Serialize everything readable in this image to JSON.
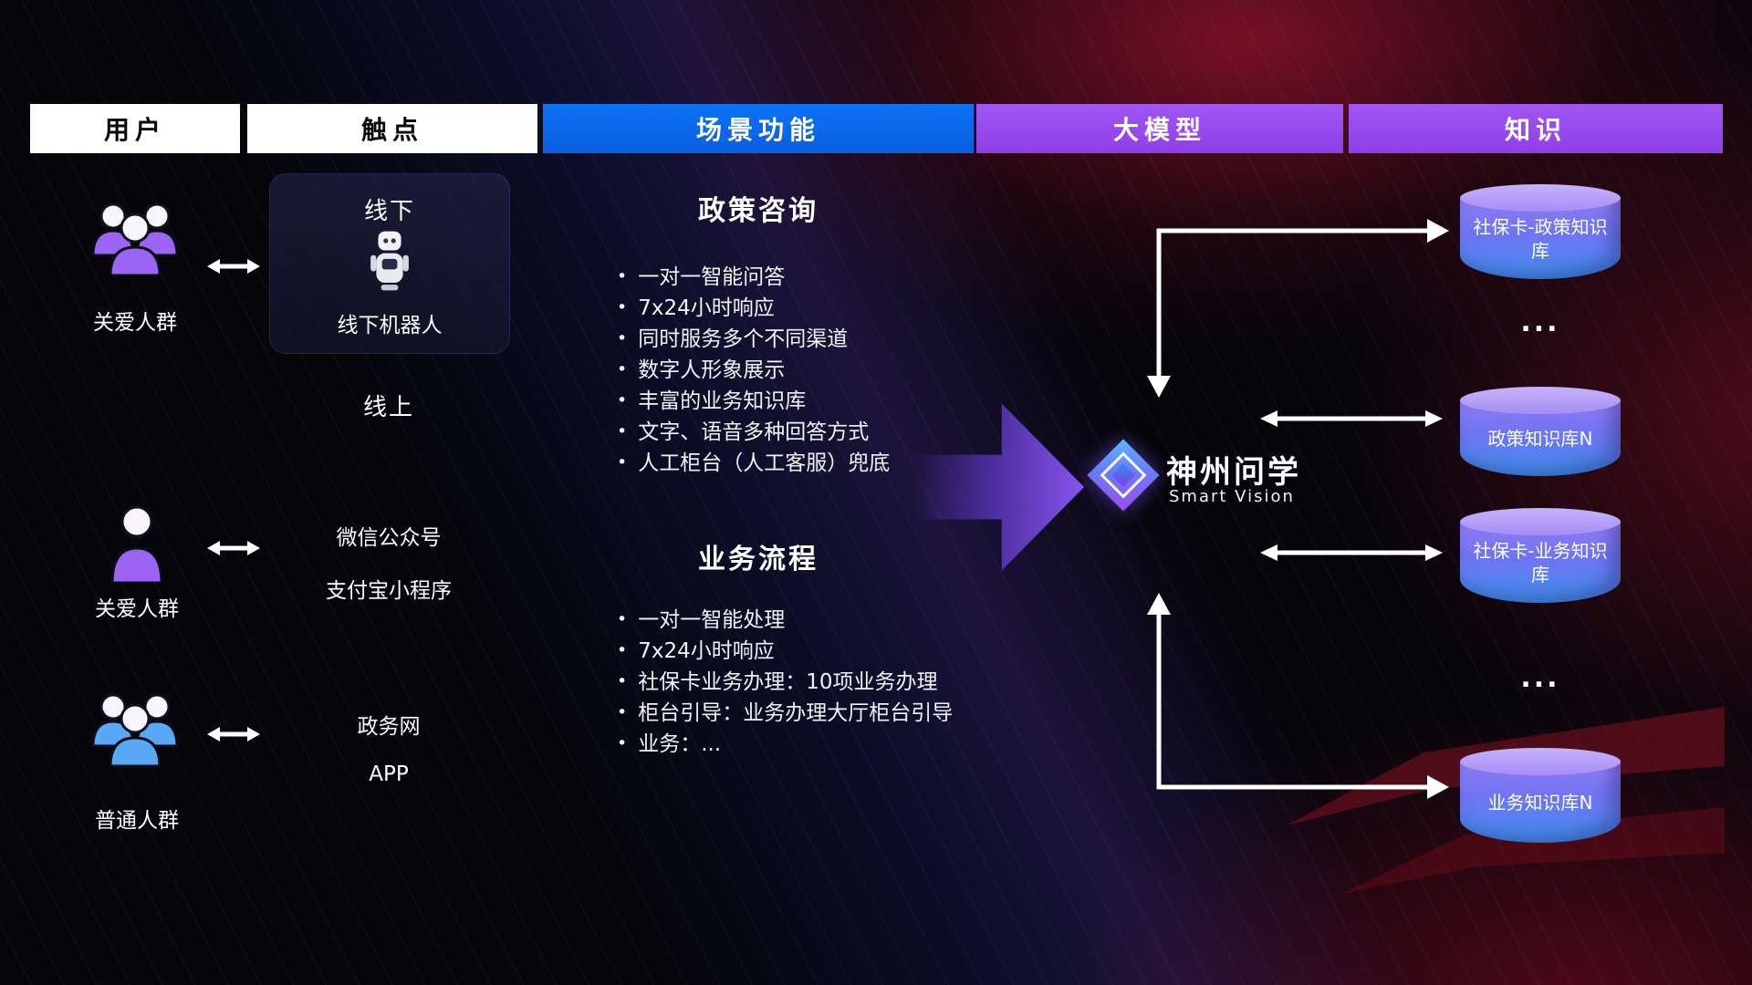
{
  "header": {
    "users": "用户",
    "touchpoints": "触点",
    "scene_functions": "场景功能",
    "large_model": "大模型",
    "knowledge": "知识"
  },
  "users": {
    "care_group_1": "关爱人群",
    "care_group_2": "关爱人群",
    "general_group": "普通人群"
  },
  "touchpoints": {
    "offline_title": "线下",
    "offline_robot": "线下机器人",
    "online_title": "线上",
    "wechat_official": "微信公众号",
    "alipay_miniprogram": "支付宝小程序",
    "gov_portal": "政务网",
    "app": "APP"
  },
  "scenes": {
    "policy": {
      "title": "政策咨询",
      "items": [
        "一对一智能问答",
        "7x24小时响应",
        "同时服务多个不同渠道",
        "数字人形象展示",
        "丰富的业务知识库",
        "文字、语音多种回答方式",
        "人工柜台（人工客服）兜底"
      ]
    },
    "business": {
      "title": "业务流程",
      "items": [
        "一对一智能处理",
        "7x24小时响应",
        "社保卡业务办理：10项业务办理",
        "柜台引导：业务办理大厅柜台引导",
        "业务：..."
      ]
    }
  },
  "model": {
    "name": "神州问学",
    "subtitle": "Smart Vision"
  },
  "knowledge": {
    "db1": "社保卡-政策知识库",
    "ellipsis1": "...",
    "db2": "政策知识库N",
    "db3": "社保卡-业务知识库",
    "ellipsis2": "...",
    "db4": "业务知识库N"
  },
  "colors": {
    "header_blue": "#0c6df2",
    "header_purple": "#9a4cf0",
    "arrow_purple": "#8655f0",
    "db_top": "#b7a3f8",
    "db_body_top": "#8f7bf3",
    "db_body_bottom": "#4090ef",
    "background_red": "#8a1222"
  }
}
